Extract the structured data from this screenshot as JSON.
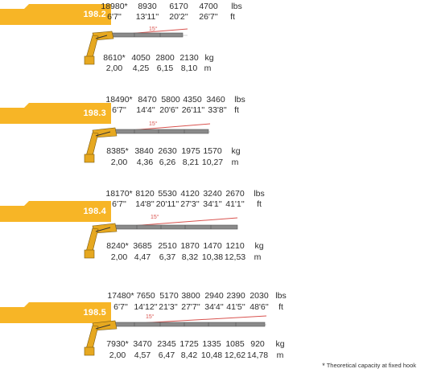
{
  "colors": {
    "accent": "#f7b526",
    "arm": "#e6a820",
    "boom": "#7e7e7e",
    "angle": "#d9534f"
  },
  "angle_label": "15°",
  "footnote": {
    "star": "*",
    "text": "Theoretical capacity at fixed hook"
  },
  "sections": [
    {
      "model": "198.2",
      "lbs": [
        "18980*",
        "8930",
        "6170",
        "4700"
      ],
      "feet": [
        "6'7''",
        "13'11''",
        "20'2''",
        "26'7''"
      ],
      "kg": [
        "8610*",
        "4050",
        "2800",
        "2130"
      ],
      "m": [
        "2,00",
        "4,25",
        "6,15",
        "8,10"
      ],
      "unit_lbs": "lbs",
      "unit_ft": "ft",
      "unit_kg": "kg",
      "unit_m": "m"
    },
    {
      "model": "198.3",
      "lbs": [
        "18490*",
        "8470",
        "5800",
        "4350",
        "3460"
      ],
      "feet": [
        "6'7''",
        "14'4''",
        "20'6''",
        "26'11''",
        "33'8''"
      ],
      "kg": [
        "8385*",
        "3840",
        "2630",
        "1975",
        "1570"
      ],
      "m": [
        "2,00",
        "4,36",
        "6,26",
        "8,21",
        "10,27"
      ],
      "unit_lbs": "lbs",
      "unit_ft": "ft",
      "unit_kg": "kg",
      "unit_m": "m"
    },
    {
      "model": "198.4",
      "lbs": [
        "18170*",
        "8120",
        "5530",
        "4120",
        "3240",
        "2670"
      ],
      "feet": [
        "6'7''",
        "14'8''",
        "20'11''",
        "27'3''",
        "34'1''",
        "41'1''"
      ],
      "kg": [
        "8240*",
        "3685",
        "2510",
        "1870",
        "1470",
        "1210"
      ],
      "m": [
        "2,00",
        "4,47",
        "6,37",
        "8,32",
        "10,38",
        "12,53"
      ],
      "unit_lbs": "lbs",
      "unit_ft": "ft",
      "unit_kg": "kg",
      "unit_m": "m"
    },
    {
      "model": "198.5",
      "lbs": [
        "17480*",
        "7650",
        "5170",
        "3800",
        "2940",
        "2390",
        "2030"
      ],
      "feet": [
        "6'7''",
        "14'12''",
        "21'3''",
        "27'7''",
        "34'4''",
        "41'5''",
        "48'6''"
      ],
      "kg": [
        "7930*",
        "3470",
        "2345",
        "1725",
        "1335",
        "1085",
        "920"
      ],
      "m": [
        "2,00",
        "4,57",
        "6,47",
        "8,42",
        "10,48",
        "12,62",
        "14,78"
      ],
      "unit_lbs": "lbs",
      "unit_ft": "ft",
      "unit_kg": "kg",
      "unit_m": "m"
    }
  ]
}
